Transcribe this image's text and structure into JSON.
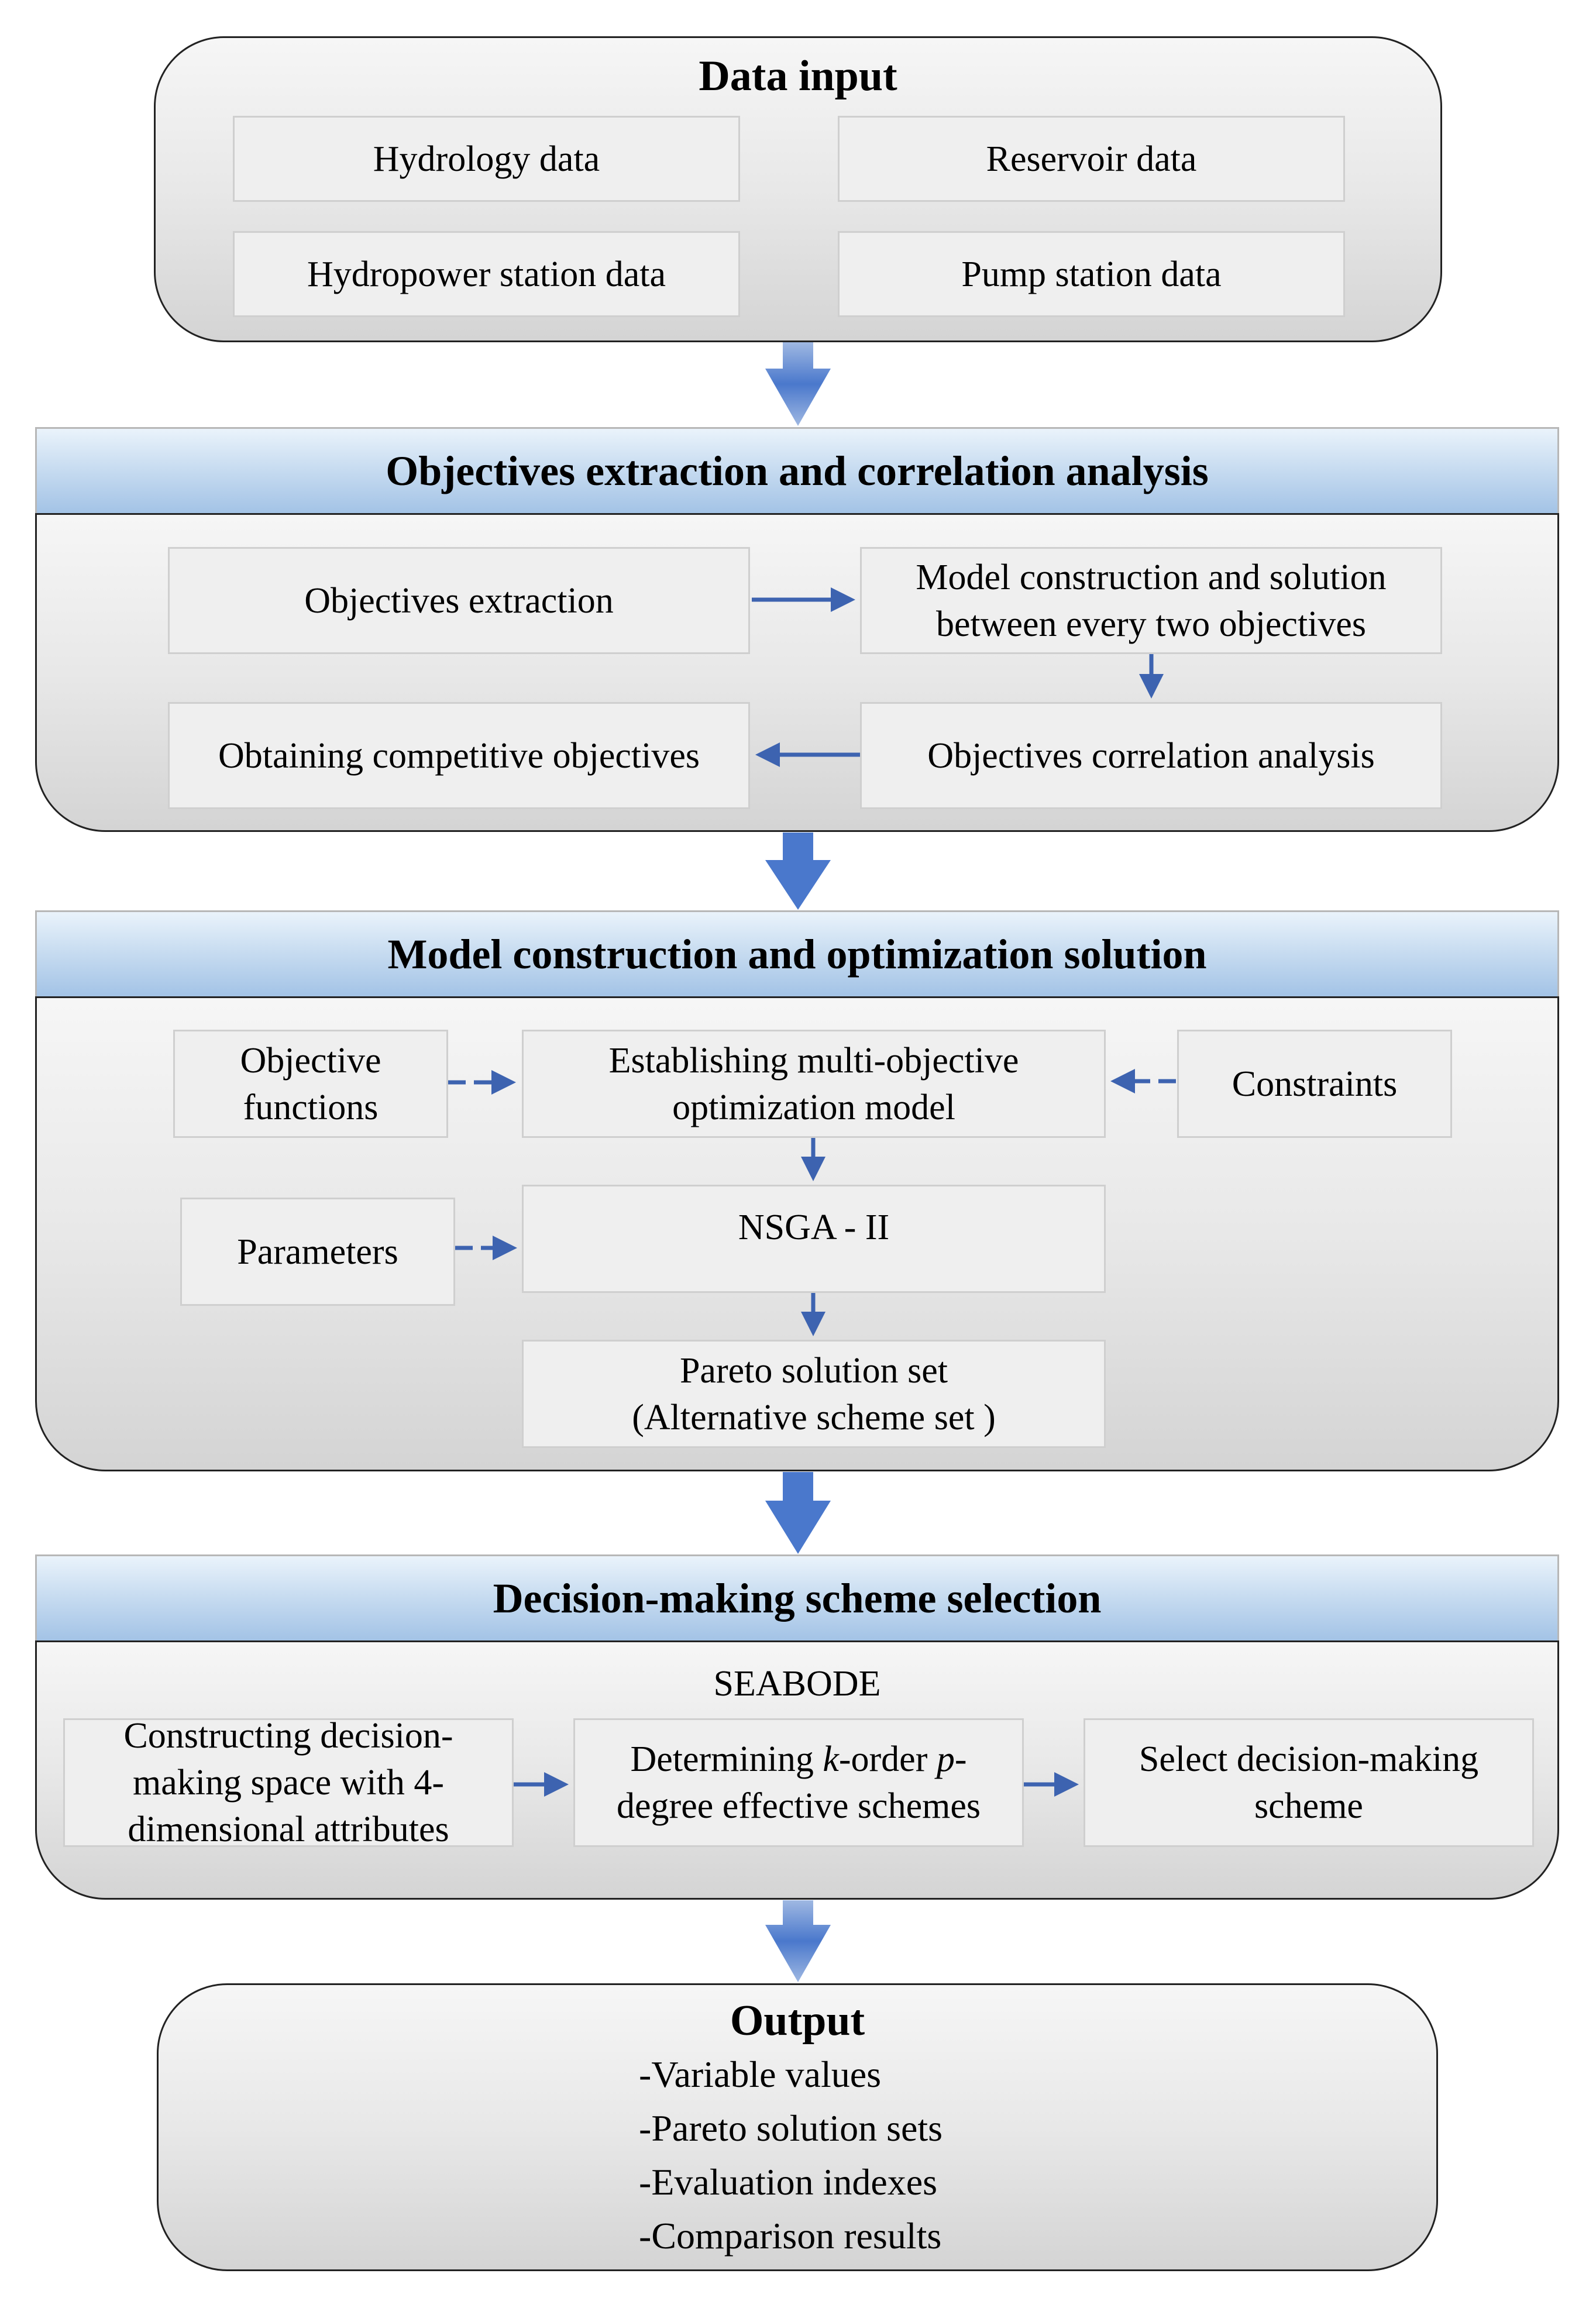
{
  "data_input": {
    "title": "Data input",
    "items": [
      "Hydrology data",
      "Reservoir data",
      "Hydropower station data",
      "Pump station data"
    ]
  },
  "objectives": {
    "title": "Objectives extraction and correlation analysis",
    "extraction": "Objectives extraction",
    "model_line1": "Model construction and solution",
    "model_line2": "between every two objectives",
    "competitive": "Obtaining competitive objectives",
    "correlation": "Objectives correlation analysis"
  },
  "model": {
    "title": "Model construction and optimization solution",
    "objective_line1": "Objective",
    "objective_line2": "functions",
    "establish_line1": "Establishing multi-objective",
    "establish_line2": "optimization model",
    "constraints": "Constraints",
    "parameters": "Parameters",
    "nsga": "NSGA - II",
    "pareto_line1": "Pareto solution set",
    "pareto_line2": "(Alternative scheme set )"
  },
  "decision": {
    "title": "Decision-making scheme selection",
    "method": "SEABODE",
    "construct_line1": "Constructing decision-",
    "construct_line2": "making space with 4-",
    "construct_line3": "dimensional attributes",
    "determine_pre": "Determining ",
    "determine_k": "k",
    "determine_mid": "-order ",
    "determine_p": "p",
    "determine_post": "-",
    "determine_line2": "degree effective schemes",
    "select_line1": "Select decision-making",
    "select_line2": "scheme"
  },
  "output": {
    "title": "Output",
    "items": [
      "-Variable values",
      "-Pareto solution sets",
      "-Evaluation indexes",
      "-Comparison results"
    ]
  },
  "colors": {
    "arrow": "#3d63b0",
    "big_arrow": "#4a78cc",
    "header": "#a3c3e6"
  }
}
